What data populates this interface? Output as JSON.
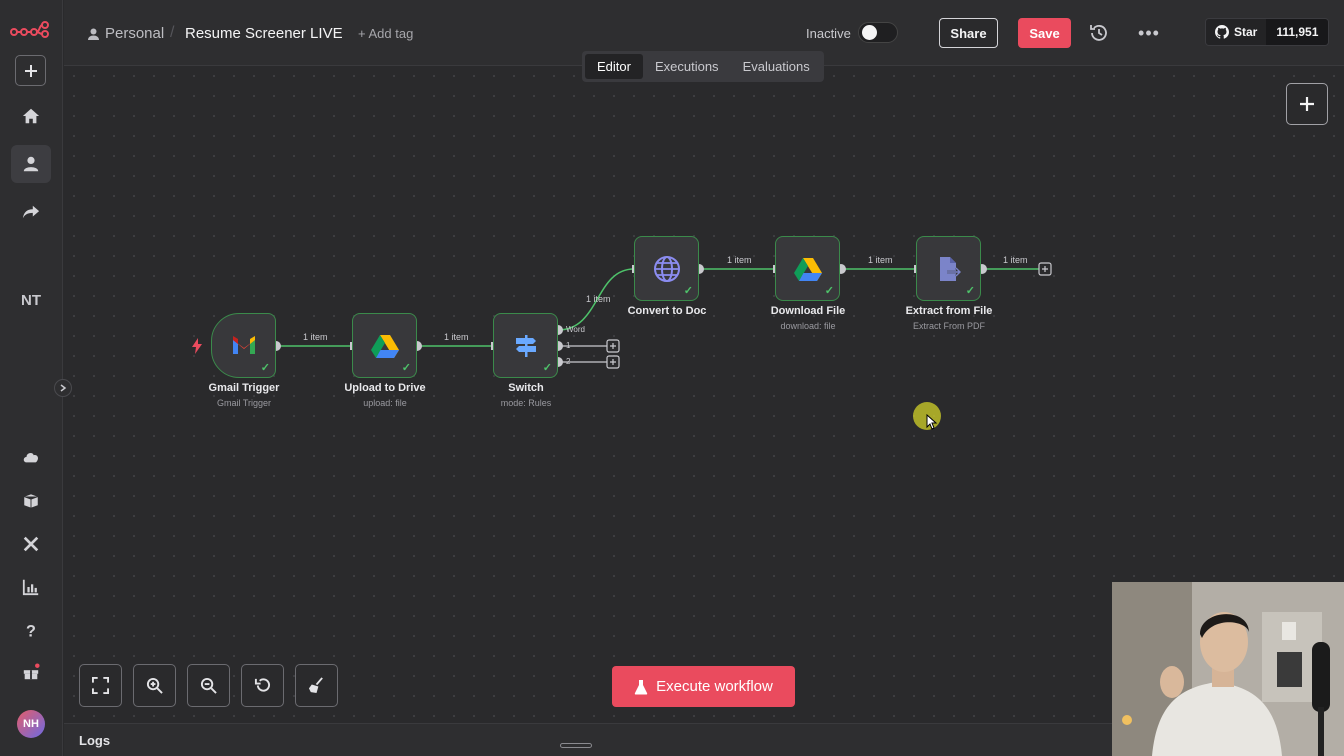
{
  "sidebar": {
    "initials": "NT",
    "avatar_initials": "NH"
  },
  "header": {
    "project": "Personal",
    "workflow_name": "Resume Screener LIVE",
    "add_tag": "+ Add tag",
    "status_label": "Inactive",
    "share_label": "Share",
    "save_label": "Save",
    "github_star_label": "Star",
    "github_star_count": "111,951"
  },
  "tabs": [
    {
      "label": "Editor",
      "active": true
    },
    {
      "label": "Executions",
      "active": false
    },
    {
      "label": "Evaluations",
      "active": false
    }
  ],
  "nodes": {
    "gmail": {
      "title": "Gmail Trigger",
      "subtitle": "Gmail Trigger"
    },
    "drive": {
      "title": "Upload to Drive",
      "subtitle": "upload: file"
    },
    "switch": {
      "title": "Switch",
      "subtitle": "mode: Rules",
      "outputs": [
        "Word",
        "1",
        "2"
      ]
    },
    "convert": {
      "title": "Convert to Doc",
      "subtitle": ""
    },
    "download": {
      "title": "Download File",
      "subtitle": "download: file"
    },
    "extract": {
      "title": "Extract from File",
      "subtitle": "Extract From PDF"
    }
  },
  "edges": {
    "e1": "1 item",
    "e2": "1 item",
    "e3": "1 item",
    "e4": "1 item",
    "e5": "1 item",
    "e6": "1 item"
  },
  "controls": {
    "execute_label": "Execute workflow"
  },
  "logs": {
    "label": "Logs"
  },
  "colors": {
    "accent": "#ea4b5e",
    "success": "#4ec26a",
    "canvas": "#2a2a2c"
  }
}
